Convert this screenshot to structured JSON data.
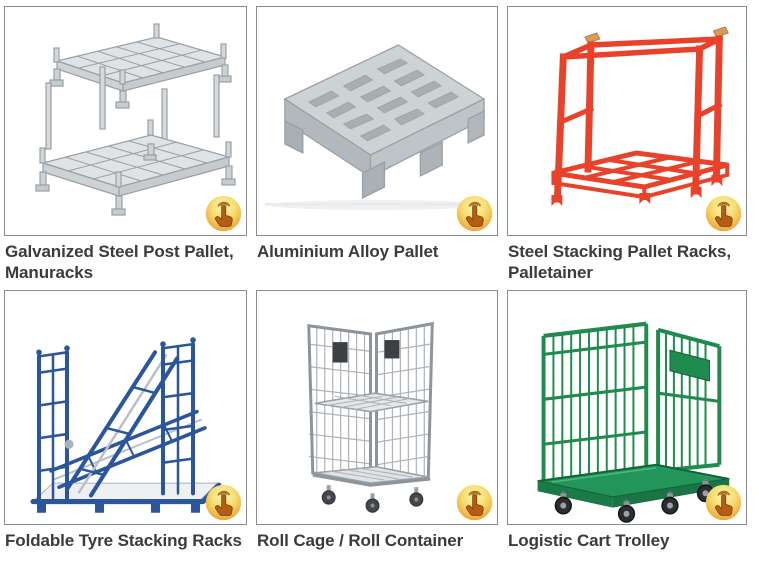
{
  "products": [
    {
      "title": "Galvanized Steel Post Pallet, Manuracks"
    },
    {
      "title": "Aluminium Alloy Pallet"
    },
    {
      "title": "Steel Stacking Pallet Racks, Palletainer"
    },
    {
      "title": "Foldable Tyre Stacking Racks"
    },
    {
      "title": "Roll Cage / Roll Container"
    },
    {
      "title": "Logistic Cart Trolley"
    }
  ],
  "icons": {
    "tap": "hand-tap-click-badge"
  },
  "colors": {
    "caption_text": "#3b3b3b",
    "tile_border": "#878e93",
    "tap_badge_yellow": "#f3cf5e",
    "tap_badge_hand": "#b45e14",
    "galvanized_steel_gray": "#d8dbdd",
    "aluminium_silver": "#cdd2d5",
    "stacking_rack_orange": "#e8432a",
    "tyre_rack_blue": "#2b559c",
    "roll_cage_silver": "#9aa0a5",
    "trolley_green": "#1f8b4e"
  }
}
